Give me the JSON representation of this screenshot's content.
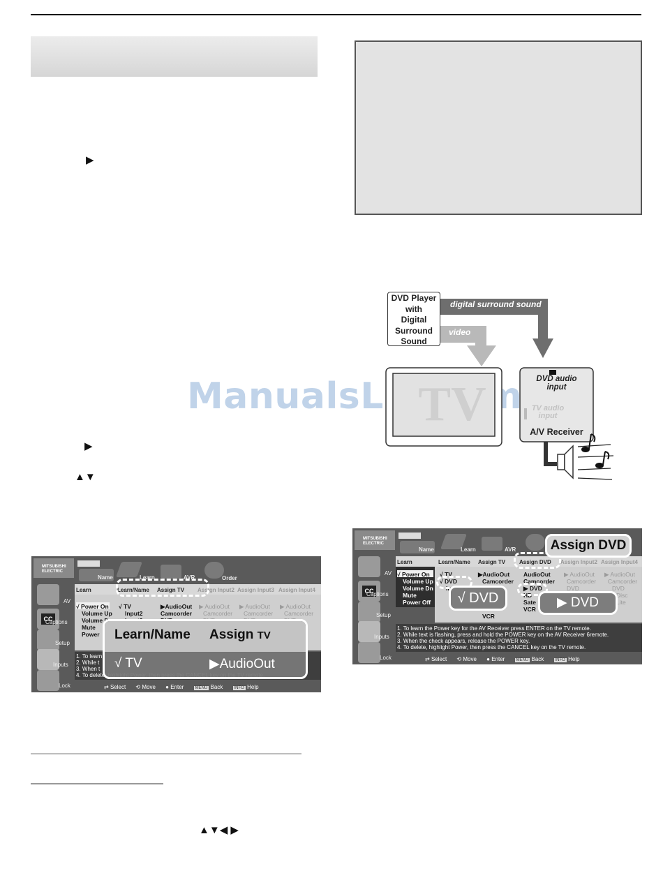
{
  "watermark": "ManualsLib.com",
  "arrows": {
    "right": "▶",
    "updown": "▲▼",
    "all": "▲▼◀ ▶"
  },
  "diagram": {
    "source_lines": [
      "DVD Player",
      "with",
      "Digital",
      "Surround",
      "Sound"
    ],
    "digital_label": "digital surround sound",
    "video_label": "video",
    "tv_text": "TV",
    "dvd_audio_input": [
      "DVD audio",
      "input"
    ],
    "tv_audio_input": [
      "TV audio",
      "input"
    ],
    "receiver_label": "A/V Receiver"
  },
  "screen1": {
    "brand": "MITSUBISHI ELECTRIC",
    "icon_top": [
      "Name",
      "Learn",
      "AVR",
      "Order"
    ],
    "side": [
      "AV",
      "Captions",
      "Setup",
      "Inputs",
      "Lock"
    ],
    "tabs": [
      "Learn",
      "Learn/Name",
      "Assign TV",
      "Assign Input2",
      "Assign Input3",
      "Assign Input4"
    ],
    "col1": [
      "√ Power On",
      "Volume Up",
      "Volume Dn",
      "Mute",
      "Power"
    ],
    "col2": [
      "√ TV",
      "Input2",
      "Input3"
    ],
    "col3": [
      "▶AudioOut",
      "Camcorder",
      "DVD"
    ],
    "dim_a": [
      "▶ AudioOut",
      "Camcorder",
      "DVD"
    ],
    "notes": [
      "1. To learn",
      "2. While t",
      "3. When t",
      "4. To delete, highlight Power, then press the CANCEL key on the TV remote."
    ],
    "footer": {
      "select": "Select",
      "move": "Move",
      "enter": "Enter",
      "menu_key": "MENU",
      "back": "Back",
      "info_key": "INFO",
      "help": "Help"
    },
    "callout": {
      "learn_name": "Learn/Name",
      "assign": "Assign",
      "tv": "TV",
      "check_tv": "√ TV",
      "audioout": "▶AudioOut"
    }
  },
  "screen2": {
    "brand": "MITSUBISHI ELECTRIC",
    "icon_top": [
      "Name",
      "Learn",
      "AVR"
    ],
    "side": [
      "AV",
      "Captions",
      "Setup",
      "Inputs",
      "Lock"
    ],
    "tabs": [
      "Learn",
      "Learn/Name",
      "Assign TV",
      "Assign DVD",
      "Assign Input2",
      "Assign Input4"
    ],
    "col1": [
      "√ Power On",
      "Volume Up",
      "Volume Dn",
      "Mute",
      "Power Off"
    ],
    "col2": [
      "√ TV",
      "√ DVD",
      "In"
    ],
    "col3": [
      "▶AudioOut",
      "Camcorder",
      "VCR"
    ],
    "col4": [
      "AudioOut",
      "Camcorder",
      "▶ DVD",
      "HD",
      "Sate",
      "VCR"
    ],
    "dim": [
      "▶ AudioOut",
      "Camcorder",
      "DVD",
      "Disc",
      "Lite"
    ],
    "notes": [
      "1. To learn the Power key for the AV Receiver press ENTER on the TV remote.",
      "2. While text is flashing, press and hold the POWER key on the AV Receiver 6remote.",
      "3. When the check appears, release the POWER key.",
      "4. To delete, highlight Power, then press the CANCEL key on the TV remote."
    ],
    "footer": {
      "select": "Select",
      "move": "Move",
      "enter": "Enter",
      "menu_key": "MENU",
      "back": "Back",
      "info_key": "INFO",
      "help": "Help"
    },
    "callout": {
      "assign_dvd": "Assign DVD",
      "check_dvd": "√ DVD",
      "play_dvd": "▶ DVD"
    }
  }
}
